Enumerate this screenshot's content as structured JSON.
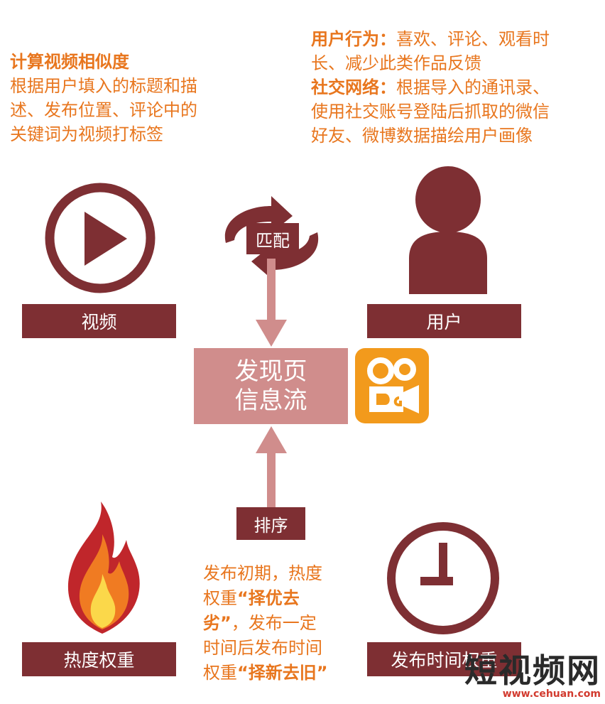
{
  "video_similarity": {
    "title": "计算视频相似度",
    "lines": [
      "根据用户填入的标题和描",
      "述、发布位置、评论中的",
      "关键词为视频打标签"
    ]
  },
  "user_behavior": {
    "title": "用户行为：",
    "line1_rest": "喜欢、评论、观看时",
    "line2": "长、减少此类作品反馈"
  },
  "social_network": {
    "title": "社交网络：",
    "line1_rest": "根据导入的通讯录、",
    "line2": "使用社交账号登陆后抓取的微信",
    "line3": "好友、微博数据描绘用户画像"
  },
  "labels": {
    "video": "视频",
    "user": "用户",
    "match": "匹配",
    "sort": "排序",
    "heat": "热度权重",
    "publish_time": "发布时间权重"
  },
  "center": {
    "line1": "发现页",
    "line2": "信息流"
  },
  "ranking_text": {
    "l1": "发布初期，热度",
    "l2_a": "权重",
    "l2_b": "“择优去",
    "l3_a": "劣”",
    "l3_b": "，发布一定",
    "l4": "时间后发布时间",
    "l5_a": "权重",
    "l5_b": "“择新去旧”"
  },
  "watermark": {
    "main": "短视频网",
    "url": "www.cehuan.com"
  },
  "colors": {
    "dark_red": "#7e2f33",
    "light_red": "#d08d8c",
    "orange": "#e8761e"
  }
}
